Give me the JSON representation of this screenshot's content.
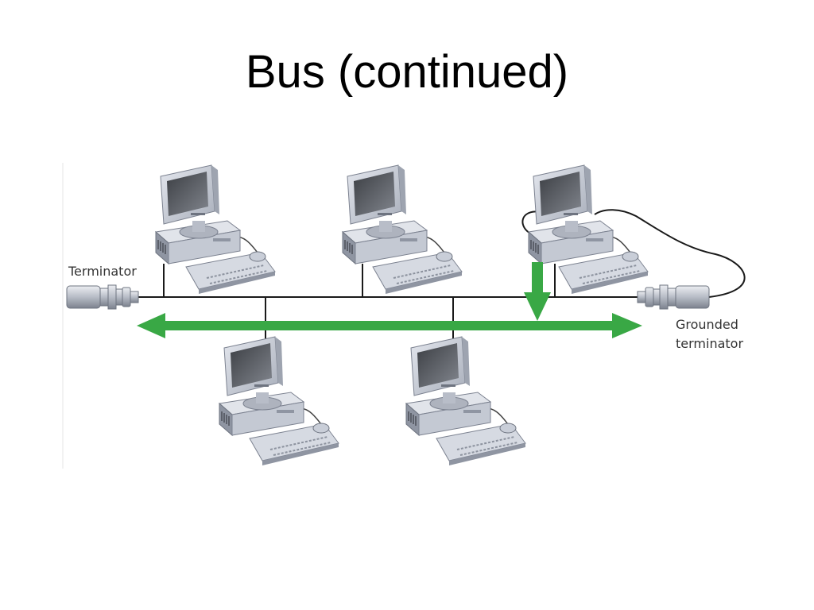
{
  "slide": {
    "title": "Bus (continued)"
  },
  "diagram": {
    "labels": {
      "terminator": "Terminator",
      "grounded_line1": "Grounded",
      "grounded_line2": "terminator"
    },
    "colors": {
      "signal_arrow": "#39a845",
      "bus_cable": "#1a1a1a",
      "computer_body": "#c9ced8",
      "screen": "#5a5d63"
    }
  }
}
